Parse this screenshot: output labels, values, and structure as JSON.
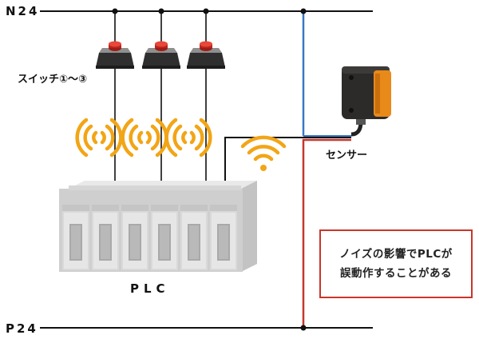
{
  "labels": {
    "n24": "N24",
    "p24": "P24",
    "switch": "スイッチ①〜③",
    "sensor": "センサー",
    "plc": "PLC"
  },
  "note": {
    "line1": "ノイズの影響でPLCが",
    "line2": "誤動作することがある"
  },
  "colors": {
    "wire": "#111111",
    "blue_wire": "#3a78c4",
    "red_wire": "#c8362b",
    "wave": "#f2a516",
    "sensor_body": "#2d2b2a",
    "sensor_lens": "#e88a1a",
    "plc_module": "#dcdcdc"
  },
  "icons": [
    "push-button-switch-icon",
    "wireless-noise-icon",
    "photo-sensor-icon",
    "plc-rack-icon"
  ]
}
